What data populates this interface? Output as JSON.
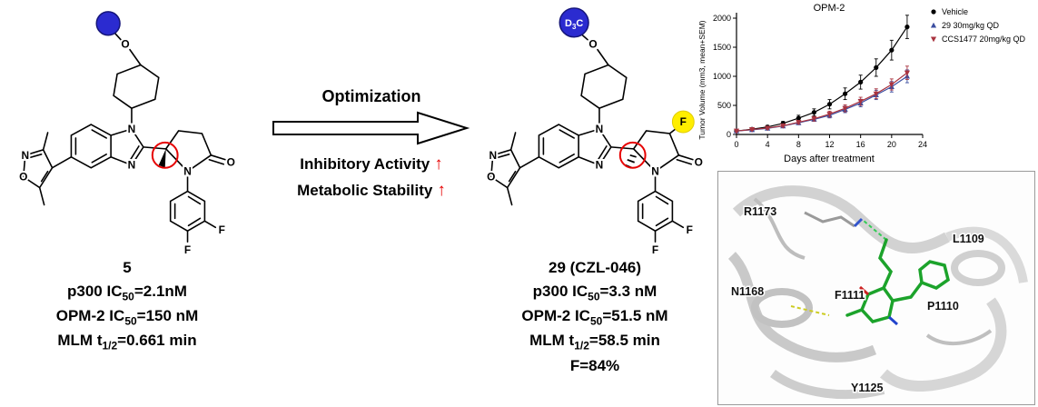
{
  "colors": {
    "blue-highlight": "#2b2bd0",
    "yellow-highlight": "#ffee00",
    "red-accent": "#e60000"
  },
  "compound5": {
    "name": "5",
    "stats": [
      {
        "pre": "p300 IC",
        "sub": "50",
        "post": "=2.1nM"
      },
      {
        "pre": "OPM-2 IC",
        "sub": "50",
        "post": "=150 nM"
      },
      {
        "pre": "MLM t",
        "sub": "1/2",
        "post": "=0.661 min"
      }
    ],
    "atoms": {
      "iso_n": "N",
      "iso_o": "O",
      "imid_n1": "N",
      "imid_n3": "N",
      "ether_o": "O",
      "lactam_n": "N",
      "carbonyl_o": "O",
      "f_meta": "F",
      "f_para": "F"
    }
  },
  "optimization": {
    "title": "Optimization",
    "improvements": [
      {
        "label": "Inhibitory Activity",
        "arrow": "↑"
      },
      {
        "label": "Metabolic Stability",
        "arrow": "↑"
      }
    ]
  },
  "compound29": {
    "name": "29 (CZL-046)",
    "stats": [
      {
        "pre": "p300 IC",
        "sub": "50",
        "post": "=3.3 nM"
      },
      {
        "pre": "OPM-2 IC",
        "sub": "50",
        "post": "=51.5 nM"
      },
      {
        "pre": "MLM t",
        "sub": "1/2",
        "post": "=58.5 min"
      },
      {
        "pre": "F",
        "sub": "",
        "post": "=84%"
      }
    ],
    "atoms": {
      "iso_n": "N",
      "iso_o": "O",
      "imid_n1": "N",
      "imid_n3": "N",
      "ether_o": "O",
      "lactam_n": "N",
      "carbonyl_o": "O",
      "f_ring": "F",
      "f_meta": "F",
      "f_para": "F"
    },
    "d3c": {
      "d": "D",
      "sub": "3",
      "c": "C"
    }
  },
  "chart_data": {
    "type": "line",
    "title": "OPM-2",
    "xlabel": "Days after treatment",
    "ylabel": "Tumor Volume (mm3, mean+SEM)",
    "xlim": [
      0,
      24
    ],
    "ylim": [
      0,
      2000
    ],
    "xticks": [
      0,
      4,
      8,
      12,
      16,
      20,
      24
    ],
    "yticks": [
      0,
      500,
      1000,
      1500,
      2000
    ],
    "x": [
      0,
      2,
      4,
      6,
      8,
      10,
      12,
      14,
      16,
      18,
      20,
      22
    ],
    "series": [
      {
        "name": "Vehicle",
        "color": "#000000",
        "marker": "circle",
        "values": [
          60,
          90,
          130,
          190,
          280,
          380,
          520,
          700,
          900,
          1150,
          1450,
          1850
        ],
        "sem": [
          15,
          20,
          25,
          35,
          50,
          60,
          80,
          100,
          120,
          150,
          170,
          200
        ]
      },
      {
        "name": "29 30mg/kg QD",
        "color": "#3b4ea0",
        "marker": "triangle-up",
        "values": [
          60,
          80,
          105,
          145,
          200,
          260,
          330,
          430,
          540,
          680,
          820,
          1000
        ],
        "sem": [
          15,
          15,
          20,
          25,
          30,
          35,
          45,
          55,
          65,
          80,
          90,
          110
        ]
      },
      {
        "name": "CCS1477 20mg/kg QD",
        "color": "#a9333f",
        "marker": "triangle-down",
        "values": [
          60,
          85,
          110,
          150,
          210,
          270,
          350,
          450,
          570,
          700,
          860,
          1060
        ],
        "sem": [
          15,
          15,
          20,
          25,
          30,
          40,
          50,
          60,
          70,
          85,
          95,
          115
        ]
      }
    ],
    "legend_position": "right",
    "grid": false
  },
  "protein_panel": {
    "residues": [
      "R1173",
      "L1109",
      "N1168",
      "F1111",
      "P1110",
      "Y1125"
    ]
  }
}
